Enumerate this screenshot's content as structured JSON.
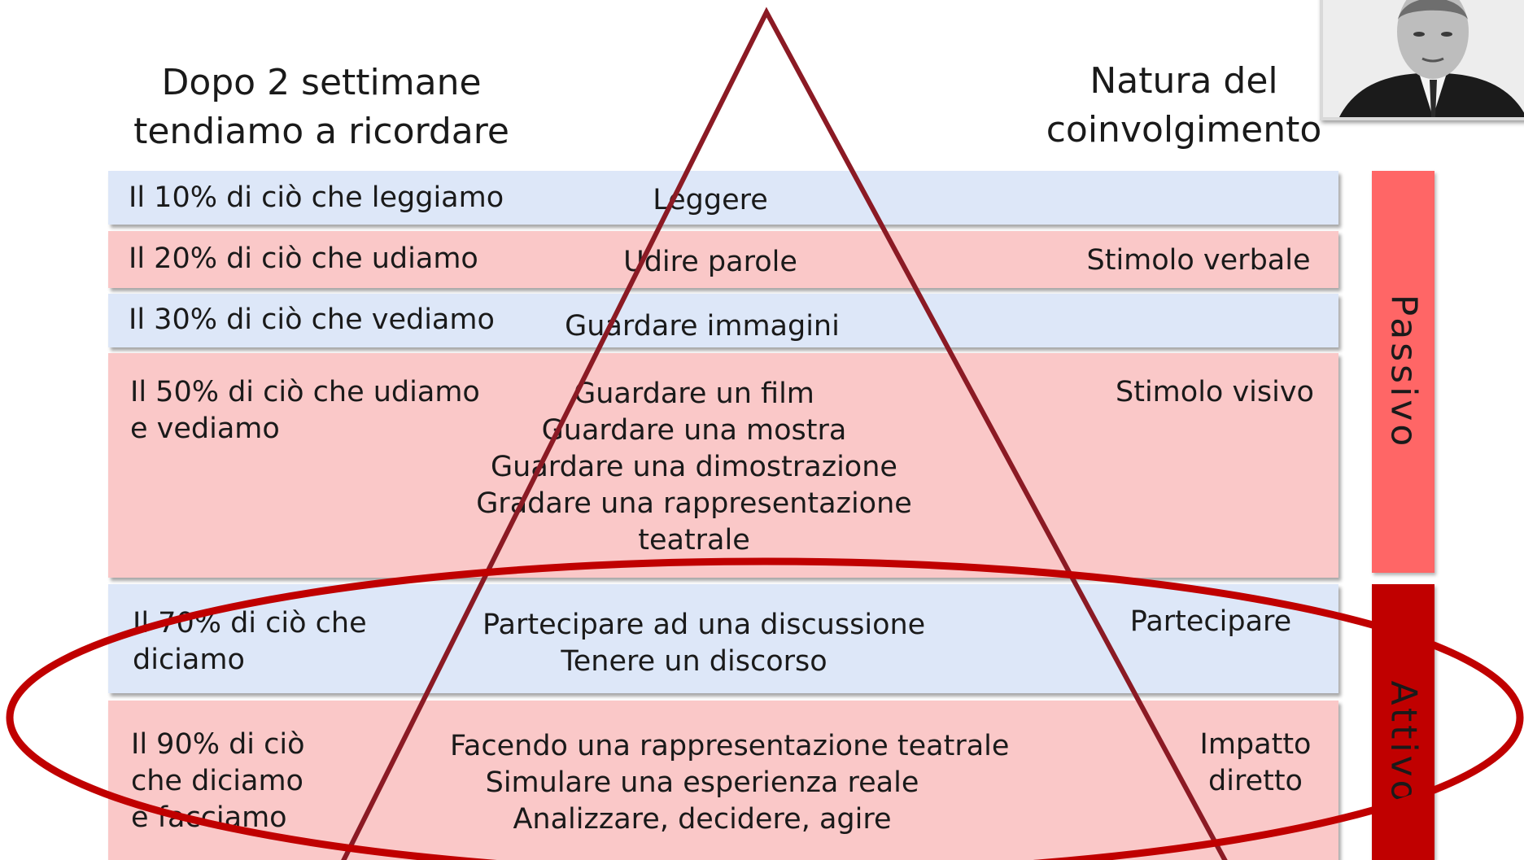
{
  "headings": {
    "left": [
      "Dopo 2 settimane",
      "tendiamo a ricordare"
    ],
    "right": [
      "Natura del",
      "coinvolgimento"
    ]
  },
  "rows": [
    {
      "left": [
        "Il 10% di ciò che leggiamo"
      ],
      "center": [
        "Leggere"
      ],
      "right": []
    },
    {
      "left": [
        "Il 20% di ciò che udiamo"
      ],
      "center": [
        "Udire parole"
      ],
      "right": [
        "Stimolo verbale"
      ]
    },
    {
      "left": [
        "Il 30% di ciò che vediamo"
      ],
      "center": [
        "Guardare immagini"
      ],
      "right": []
    },
    {
      "left": [
        "Il 50% di ciò che udiamo",
        "e vediamo"
      ],
      "center": [
        "Guardare un film",
        "Guardare una mostra",
        "Guardare una dimostrazione",
        "Gradare una rappresentazione",
        "teatrale"
      ],
      "right": [
        "Stimolo visivo"
      ]
    },
    {
      "left": [
        "Il 70% di ciò che",
        "diciamo"
      ],
      "center": [
        "Partecipare ad una discussione",
        "Tenere un discorso"
      ],
      "right": [
        "Partecipare"
      ]
    },
    {
      "left": [
        "Il 90% di ciò",
        "che diciamo",
        "e facciamo"
      ],
      "center": [
        "Facendo una rappresentazione teatrale",
        "Simulare una esperienza reale",
        "Analizzare, decidere, agire"
      ],
      "right": [
        "Impatto",
        "diretto"
      ]
    }
  ],
  "side_labels": {
    "passive": "Passivo",
    "active": "Attivo"
  },
  "colors": {
    "row_blue": "#dde7f8",
    "row_pink": "#fac8c8",
    "tab_passive": "#ff6666",
    "tab_active": "#c00000",
    "pyramid": "#8b1a24",
    "ellipse": "#c00000"
  },
  "image": {
    "icon": "portrait-photo"
  }
}
